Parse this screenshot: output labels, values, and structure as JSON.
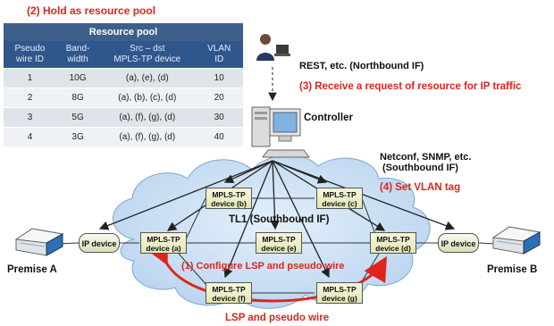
{
  "annotations": {
    "hold_pool": "(2) Hold as resource pool",
    "northbound": "REST, etc. (Northbound IF)",
    "receive_request": "(3) Receive a request of resource for IP traffic",
    "controller": "Controller",
    "southbound_line1": "Netconf, SNMP, etc.",
    "southbound_line2": "(Southbound IF)",
    "set_vlan": "(4) Set VLAN tag",
    "tl1": "TL1 (Southbound IF)",
    "configure_lsp": "(1) Configure LSP and pseudo wire",
    "lsp_pw": "LSP and pseudo wire",
    "premise_a": "Premise A",
    "premise_b": "Premise B"
  },
  "table": {
    "title": "Resource pool",
    "headers": [
      [
        "Pseudo",
        "wire ID"
      ],
      [
        "Band-",
        "width"
      ],
      [
        "Src – dst",
        "MPLS-TP device"
      ],
      [
        "VLAN",
        "ID"
      ]
    ],
    "rows": [
      [
        "1",
        "10G",
        "(a), (e), (d)",
        "10"
      ],
      [
        "2",
        "8G",
        "(a), (b), (c), (d)",
        "20"
      ],
      [
        "3",
        "5G",
        "(a), (f), (g), (d)",
        "30"
      ],
      [
        "4",
        "3G",
        "(a), (f), (g), (d)",
        "40"
      ]
    ]
  },
  "devices": {
    "a": [
      "MPLS-TP",
      "device (a)"
    ],
    "b": [
      "MPLS-TP",
      "device (b)"
    ],
    "c": [
      "MPLS-TP",
      "device (c)"
    ],
    "d": [
      "MPLS-TP",
      "device (d)"
    ],
    "e": [
      "MPLS-TP",
      "device (e)"
    ],
    "f": [
      "MPLS-TP",
      "device (f)"
    ],
    "g": [
      "MPLS-TP",
      "device (g)"
    ],
    "ip_left": "IP device",
    "ip_right": "IP device"
  },
  "colors": {
    "accent_red": "#e0241b",
    "table_header": "#2f568d",
    "cloud": "#c9dff5"
  }
}
